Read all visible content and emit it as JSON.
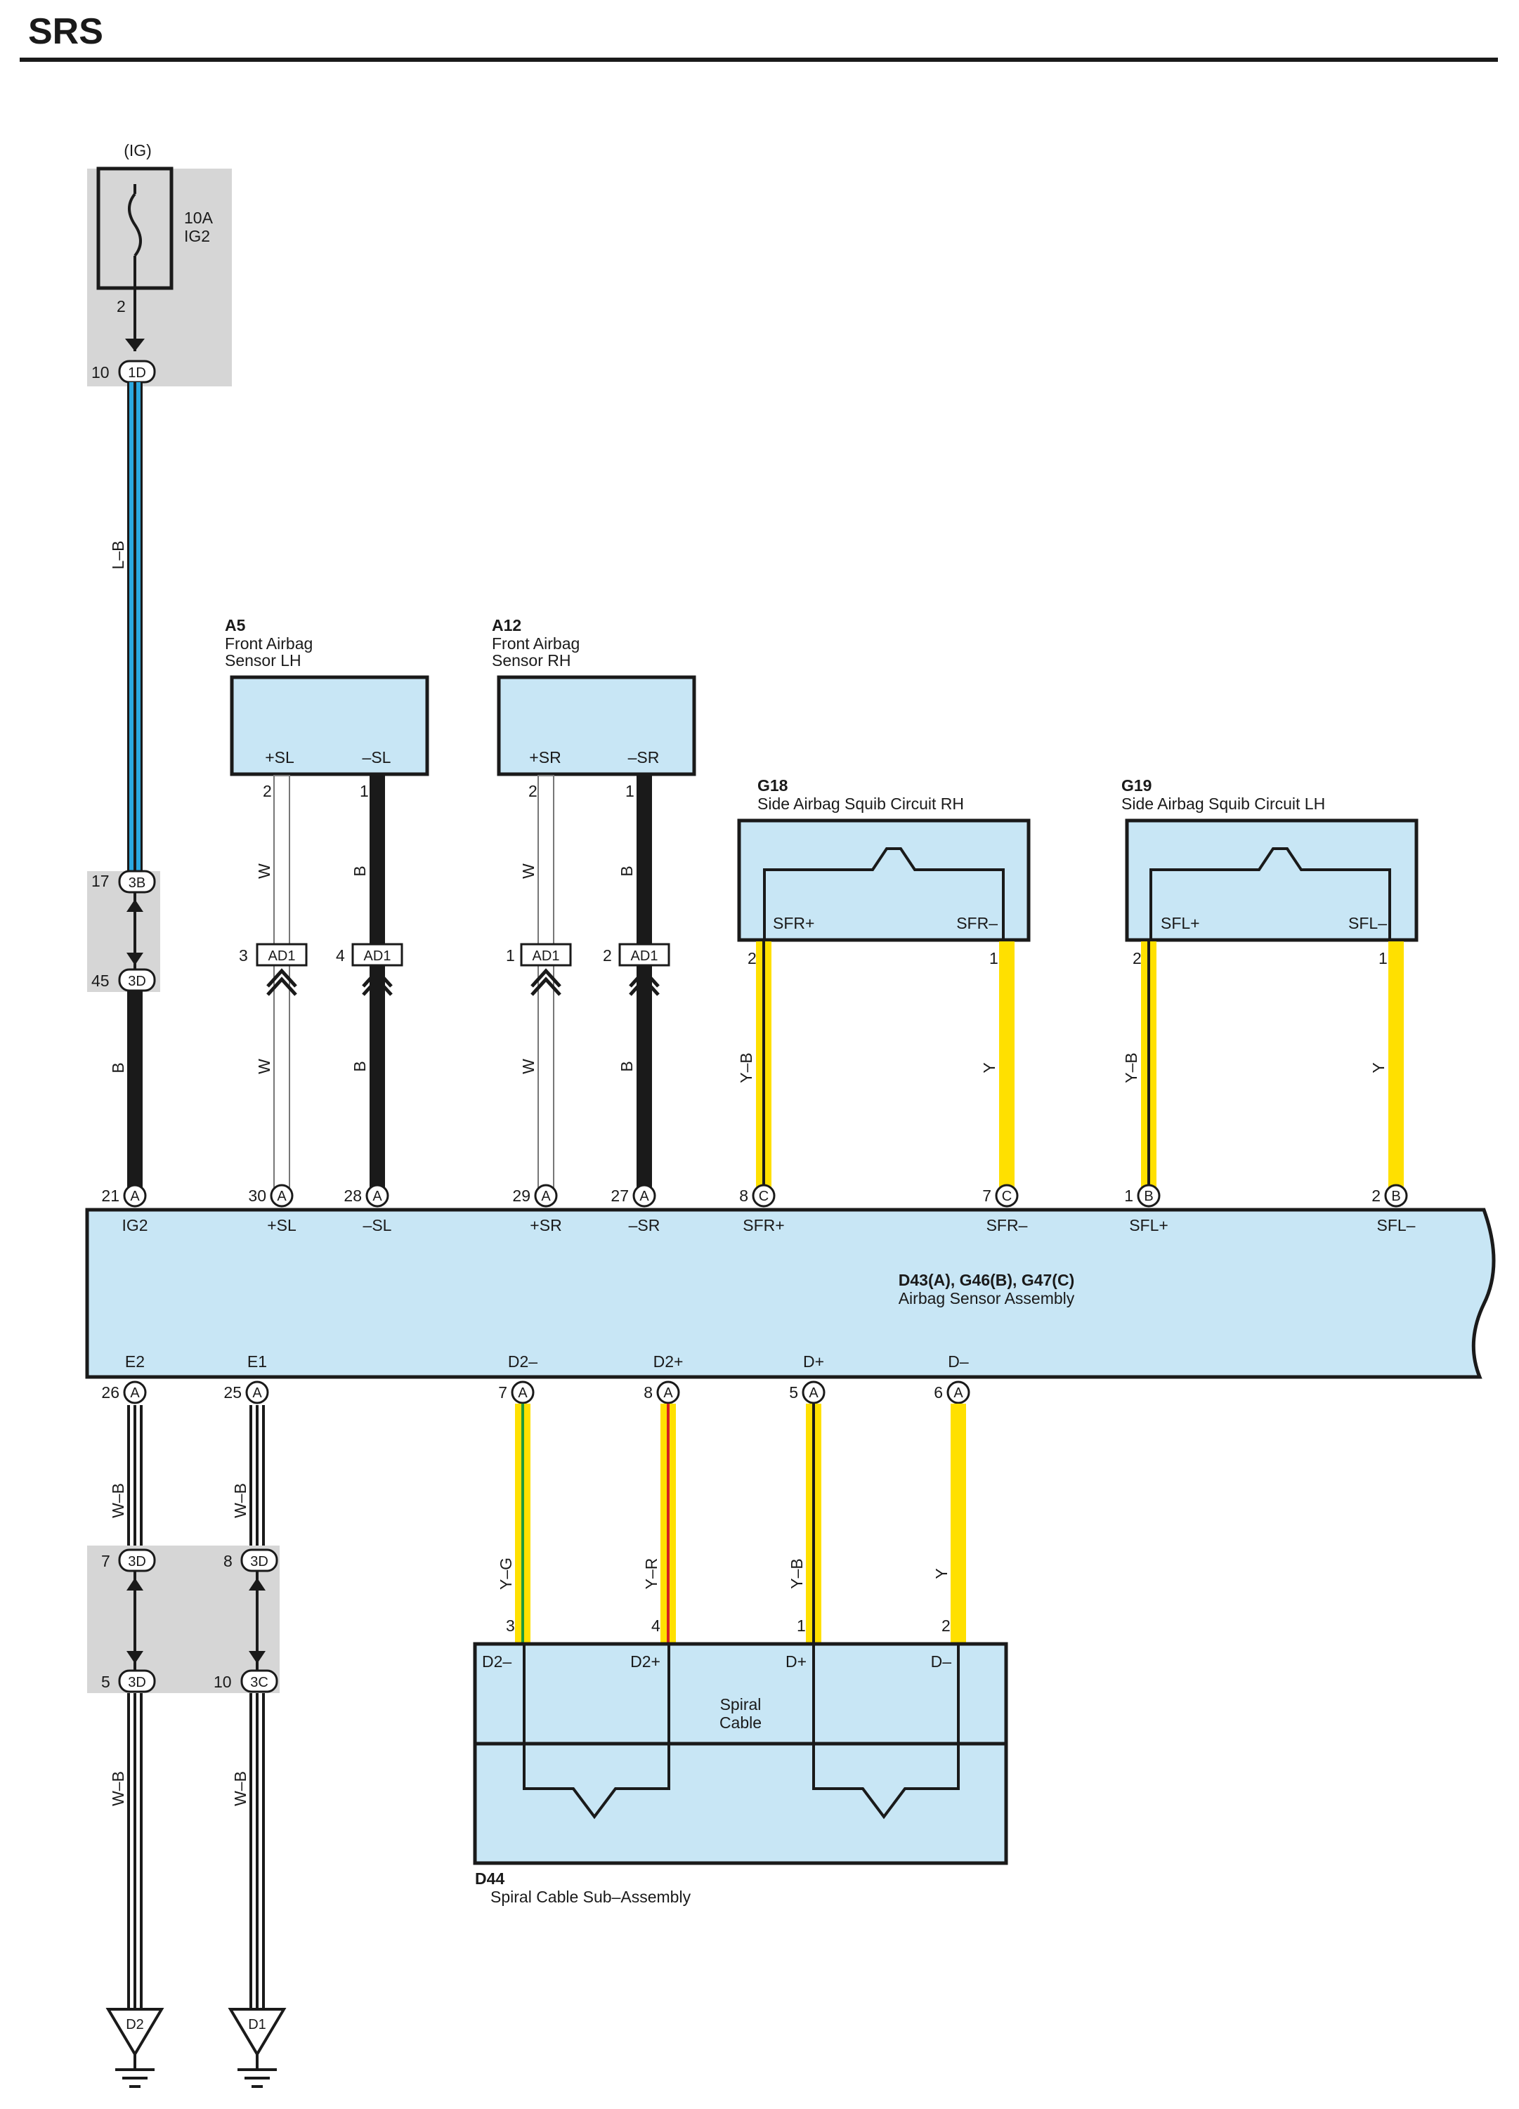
{
  "page": {
    "title": "SRS"
  },
  "fuse": {
    "source": "(IG)",
    "rating": "10A",
    "name": "IG2",
    "pin": "2",
    "conn_pin": "10",
    "conn_label": "1D"
  },
  "wire_colors": {
    "L-B": [
      "#2aa8e0",
      "#1a1a1a"
    ],
    "B": [
      "#1a1a1a",
      "#1a1a1a"
    ],
    "W": [
      "#ffffff",
      "#ffffff"
    ],
    "W-B": [
      "#ffffff",
      "#1a1a1a"
    ],
    "Y": [
      "#ffe000",
      "#ffe000"
    ],
    "Y-B": [
      "#ffe000",
      "#1a1a1a"
    ],
    "Y-G": [
      "#ffe000",
      "#1f9a3a"
    ],
    "Y-R": [
      "#ffe000",
      "#d42020"
    ]
  },
  "sensor_lh": {
    "code": "A5",
    "name_line1": "Front Airbag",
    "name_line2": "Sensor LH",
    "pin_plus": "+SL",
    "pin_minus": "–SL",
    "pin_plus_no": "2",
    "pin_minus_no": "1",
    "wire_plus": "W",
    "wire_minus": "B",
    "conn_plus_no": "3",
    "conn_minus_no": "4",
    "conn_label": "AD1"
  },
  "sensor_rh": {
    "code": "A12",
    "name_line1": "Front Airbag",
    "name_line2": "Sensor RH",
    "pin_plus": "+SR",
    "pin_minus": "–SR",
    "pin_plus_no": "2",
    "pin_minus_no": "1",
    "wire_plus": "W",
    "wire_minus": "B",
    "conn_plus_no": "1",
    "conn_minus_no": "2",
    "conn_label": "AD1"
  },
  "squib_rh": {
    "code": "G18",
    "name": "Side Airbag Squib Circuit RH",
    "pin_plus": "SFR+",
    "pin_minus": "SFR–",
    "pin_plus_no": "2",
    "pin_minus_no": "1",
    "wire_plus": "Y–B",
    "wire_minus": "Y"
  },
  "squib_lh": {
    "code": "G19",
    "name": "Side Airbag Squib Circuit LH",
    "pin_plus": "SFL+",
    "pin_minus": "SFL–",
    "pin_plus_no": "2",
    "pin_minus_no": "1",
    "wire_plus": "Y–B",
    "wire_minus": "Y"
  },
  "junction_3": {
    "top_pin": "17",
    "top_label": "3B",
    "bottom_pin": "45",
    "bottom_label": "3D",
    "wire_above": "L–B",
    "wire_below": "B"
  },
  "ecu": {
    "code": "D43(A), G46(B), G47(C)",
    "name": "Airbag Sensor Assembly",
    "top_terms": [
      {
        "no": "21",
        "conn": "A",
        "label": "IG2"
      },
      {
        "no": "30",
        "conn": "A",
        "label": "+SL"
      },
      {
        "no": "28",
        "conn": "A",
        "label": "–SL"
      },
      {
        "no": "29",
        "conn": "A",
        "label": "+SR"
      },
      {
        "no": "27",
        "conn": "A",
        "label": "–SR"
      },
      {
        "no": "8",
        "conn": "C",
        "label": "SFR+"
      },
      {
        "no": "7",
        "conn": "C",
        "label": "SFR–"
      },
      {
        "no": "1",
        "conn": "B",
        "label": "SFL+"
      },
      {
        "no": "2",
        "conn": "B",
        "label": "SFL–"
      }
    ],
    "bottom_terms": [
      {
        "no": "26",
        "conn": "A",
        "label": "E2"
      },
      {
        "no": "25",
        "conn": "A",
        "label": "E1"
      },
      {
        "no": "7",
        "conn": "A",
        "label": "D2–"
      },
      {
        "no": "8",
        "conn": "A",
        "label": "D2+"
      },
      {
        "no": "5",
        "conn": "A",
        "label": "D+"
      },
      {
        "no": "6",
        "conn": "A",
        "label": "D–"
      }
    ]
  },
  "ground_path": {
    "e2_wire": "W–B",
    "e1_wire": "W–B",
    "j_e2_top_pin": "7",
    "j_e2_top_label": "3D",
    "j_e2_bot_pin": "5",
    "j_e2_bot_label": "3D",
    "j_e1_top_pin": "8",
    "j_e1_top_label": "3D",
    "j_e1_bot_pin": "10",
    "j_e1_bot_label": "3C",
    "e2_wire_below": "W–B",
    "e1_wire_below": "W–B",
    "ground_e2": "D2",
    "ground_e1": "D1"
  },
  "spiral": {
    "code": "D44",
    "name": "Spiral Cable Sub–Assembly",
    "inner_line1": "Spiral",
    "inner_line2": "Cable",
    "wires": [
      "Y–G",
      "Y–R",
      "Y–B",
      "Y"
    ],
    "pin_nos": [
      "3",
      "4",
      "1",
      "2"
    ],
    "pin_labels": [
      "D2–",
      "D2+",
      "D+",
      "D–"
    ]
  }
}
